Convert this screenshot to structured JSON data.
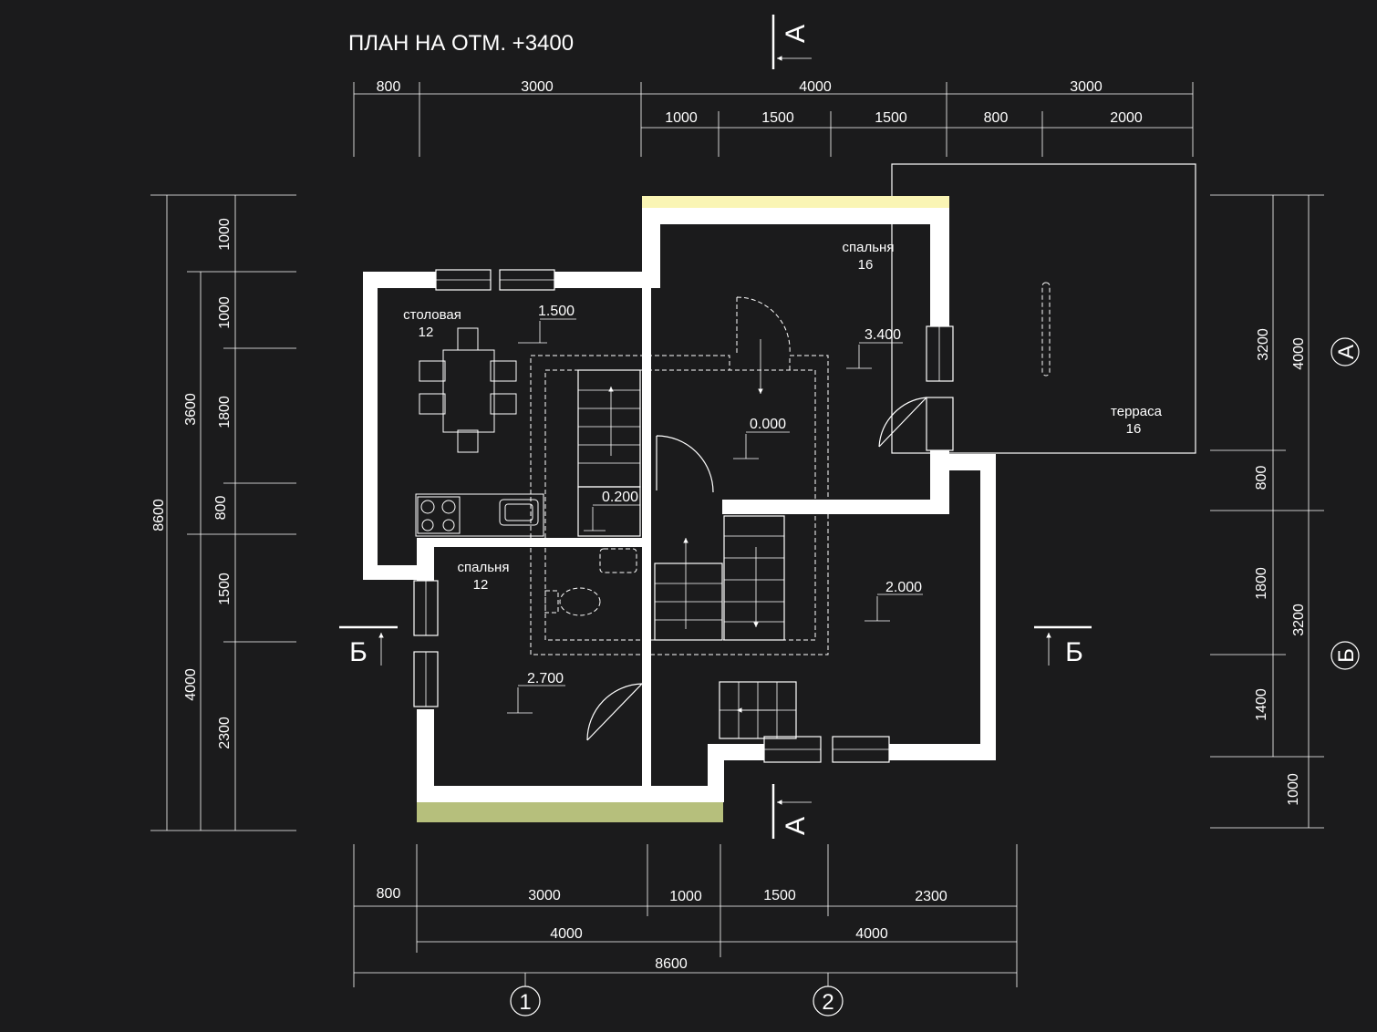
{
  "title": "ПЛАН НА ОТМ. +3400",
  "section_marks": {
    "a": "А",
    "b": "Б"
  },
  "axes": {
    "col1": "1",
    "col2": "2",
    "rowA": "А",
    "rowB": "Б"
  },
  "rooms": {
    "dining": {
      "name": "столовая",
      "area": "12"
    },
    "bedroom_top": {
      "name": "спальня",
      "area": "16"
    },
    "bedroom_bottom": {
      "name": "спальня",
      "area": "12"
    },
    "terrace": {
      "name": "терраса",
      "area": "16"
    }
  },
  "levels": {
    "dining": "1.500",
    "bedroom_top": "3.400",
    "stair_mid": "0.000",
    "stair_low": "0.200",
    "right": "2.000",
    "bedroom_bottom": "2.700"
  },
  "dims": {
    "top_row1": [
      "800",
      "3000",
      "4000",
      "3000"
    ],
    "top_row2": [
      "1000",
      "1500",
      "1500",
      "800",
      "2000"
    ],
    "bottom_row1": [
      "800",
      "3000",
      "1000",
      "1500",
      "2300"
    ],
    "bottom_row2": [
      "4000",
      "4000"
    ],
    "bottom_total": "8600",
    "left_total": "8600",
    "left_mid": [
      "3600",
      "4000"
    ],
    "left_inner": [
      "1000",
      "1000",
      "1800",
      "800",
      "1500",
      "2300"
    ],
    "right_outer": [
      "4000",
      "3200",
      "1000"
    ],
    "right_inner": [
      "3200",
      "800",
      "1800",
      "1400"
    ]
  },
  "colors": {
    "background": "#1b1b1c",
    "lines": "#ffffff",
    "top_strip": "#faf5b4",
    "bottom_strip": "#b6bf7c"
  }
}
